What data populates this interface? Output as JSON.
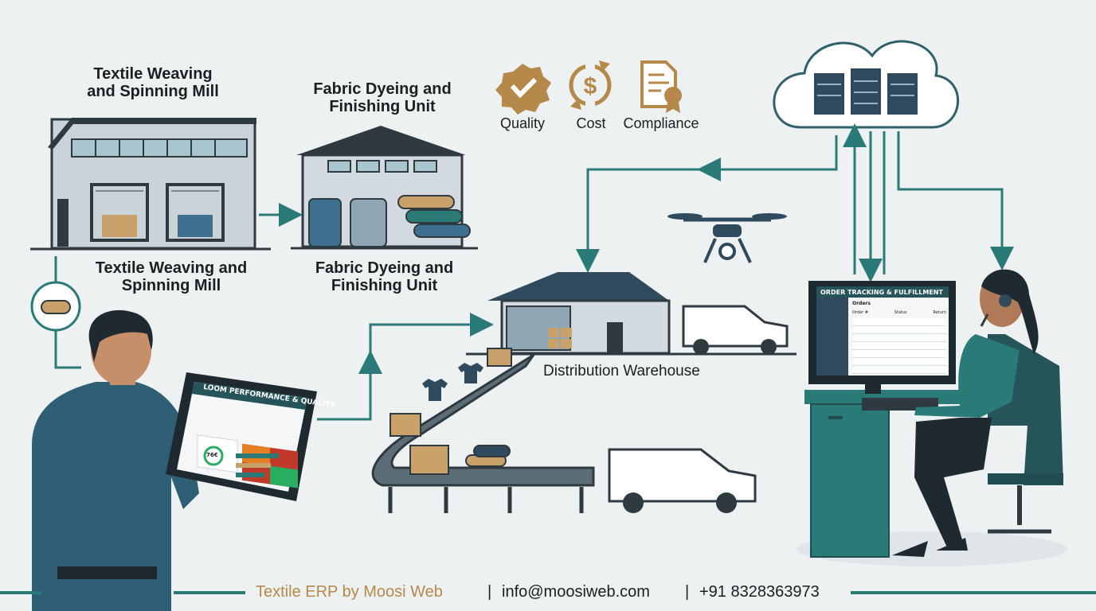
{
  "labels": {
    "mill_top": [
      "Textile Weaving",
      "and Spinning Mill"
    ],
    "dye_top": [
      "Fabric Dyeing and",
      "Finishing Unit"
    ],
    "mill_bottom": [
      "Textile Weaving and",
      "Spinning Mill"
    ],
    "dye_bottom": [
      "Fabric Dyeing and",
      "Finishing Unit"
    ],
    "warehouse": "Distribution Warehouse"
  },
  "pillars": [
    {
      "label": "Quality",
      "icon": "badge-check-icon",
      "color": "#b5894a"
    },
    {
      "label": "Cost",
      "icon": "dollar-cycle-icon",
      "color": "#b5894a"
    },
    {
      "label": "Compliance",
      "icon": "certificate-icon",
      "color": "#b5894a"
    }
  ],
  "tablet": {
    "title": "LOOM PERFORMANCE & QUALITY",
    "gauge_value": "76€"
  },
  "monitor": {
    "title": "ORDER TRACKING & FULFILLMENT",
    "section": "Orders",
    "columns": [
      "Order #",
      "Status",
      "Return"
    ]
  },
  "footer": {
    "brand": "Textile ERP by Moosi Web",
    "email": "info@moosiweb.com",
    "phone": "+91 8328363973",
    "separator": "|"
  },
  "colors": {
    "teal": "#2a7a78",
    "dark_teal": "#25545a",
    "gold": "#b5894a",
    "navy": "#2e4a5c"
  }
}
